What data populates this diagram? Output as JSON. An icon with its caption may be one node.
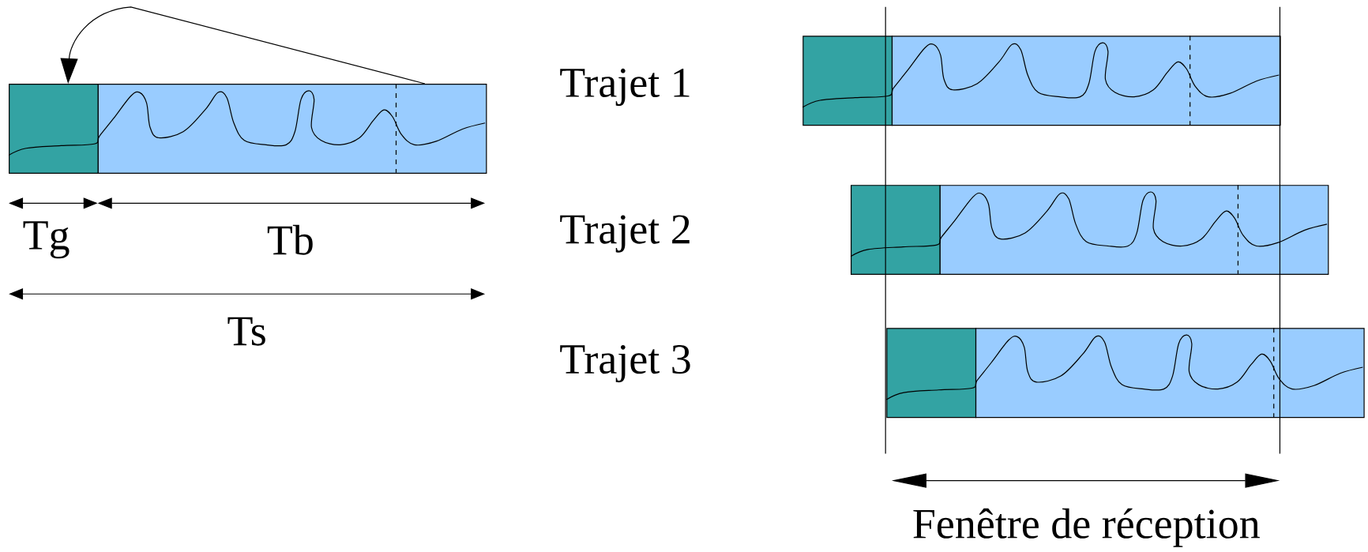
{
  "diagram": {
    "nodes": [
      {
        "text": [],
        "shape": "box"
      },
      {
        "text": [],
        "shape": "box"
      },
      {
        "text": [],
        "shape": "box"
      },
      {
        "text": [],
        "shape": "box"
      },
      {
        "text": [],
        "shape": "box"
      },
      {
        "text": [],
        "shape": "box"
      },
      {
        "text": [],
        "shape": "box"
      },
      {
        "text": [],
        "shape": "box"
      }
    ],
    "edges": [
      {
        "from": 1,
        "to": 0,
        "arrow": "to"
      }
    ],
    "labels": [
      "Trajet 1",
      "Tg",
      "Tb",
      "Trajet 2",
      "Ts",
      "Trajet 3",
      "Fenêtre de réception"
    ]
  }
}
